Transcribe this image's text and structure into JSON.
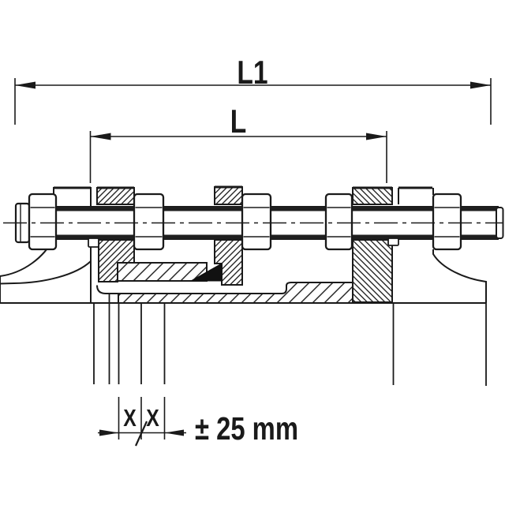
{
  "figure": {
    "type": "technical-section-drawing",
    "background": "#ffffff",
    "line_color": "#1a1a1a",
    "hatch_color": "#262626",
    "gasket_color": "#111111",
    "dimensions": {
      "overall_length": {
        "label": "L1"
      },
      "installation_length": {
        "label": "L"
      },
      "travel_left": {
        "label": "X"
      },
      "travel_right": {
        "label": "X"
      },
      "travel_tolerance": {
        "label": "± 25 mm"
      }
    }
  }
}
